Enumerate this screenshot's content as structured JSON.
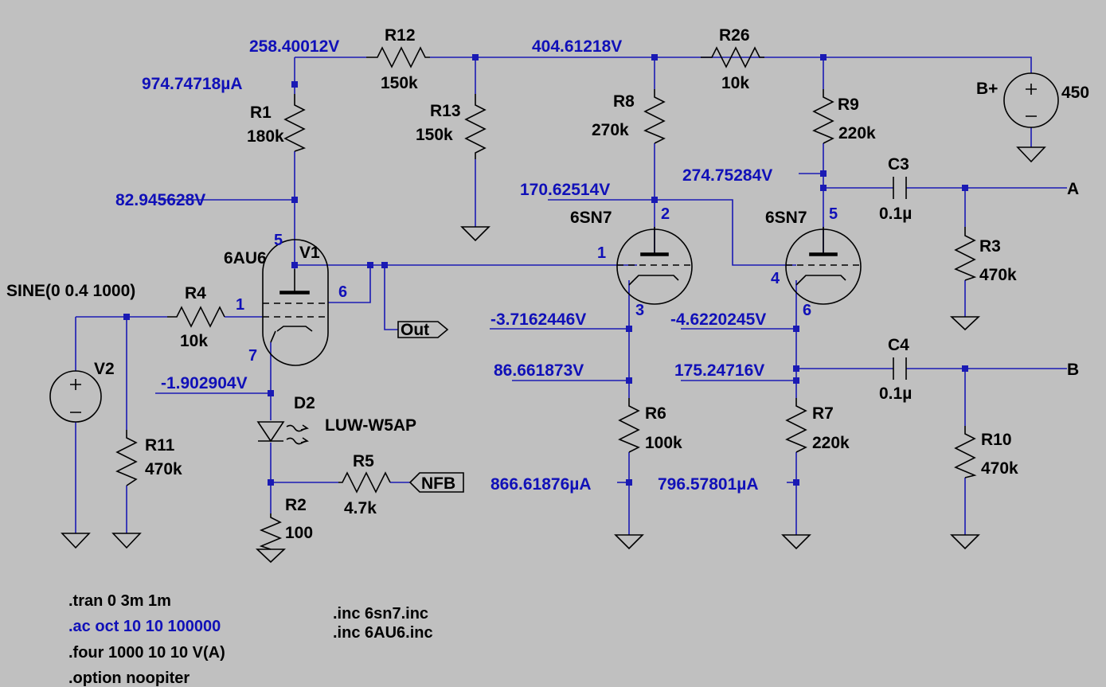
{
  "components": {
    "R12": {
      "name": "R12",
      "value": "150k"
    },
    "R26": {
      "name": "R26",
      "value": "10k"
    },
    "R1": {
      "name": "R1",
      "value": "180k"
    },
    "R13": {
      "name": "R13",
      "value": "150k"
    },
    "R8": {
      "name": "R8",
      "value": "270k"
    },
    "R9": {
      "name": "R9",
      "value": "220k"
    },
    "C3": {
      "name": "C3",
      "value": "0.1µ"
    },
    "R3": {
      "name": "R3",
      "value": "470k"
    },
    "R4": {
      "name": "R4",
      "value": "10k"
    },
    "R11": {
      "name": "R11",
      "value": "470k"
    },
    "R6": {
      "name": "R6",
      "value": "100k"
    },
    "R7": {
      "name": "R7",
      "value": "220k"
    },
    "C4": {
      "name": "C4",
      "value": "0.1µ"
    },
    "R10": {
      "name": "R10",
      "value": "470k"
    },
    "R5": {
      "name": "R5",
      "value": "4.7k"
    },
    "R2": {
      "name": "R2",
      "value": "100"
    },
    "D2": {
      "name": "D2",
      "value": "LUW-W5AP"
    },
    "V1": {
      "name": "V1",
      "value": "6AU6"
    },
    "V2": {
      "name": "V2",
      "value": "SINE(0 0.4 1000)"
    },
    "Bplus": {
      "name": "B+",
      "value": "450"
    },
    "T2": {
      "value": "6SN7"
    },
    "T3": {
      "value": "6SN7"
    }
  },
  "pins": {
    "v1_plate": "5",
    "v1_g2": "6",
    "v1_g1": "1",
    "v1_k": "7",
    "t2_plate": "2",
    "t2_grid": "1",
    "t2_k": "3",
    "t3_plate": "5",
    "t3_grid": "4",
    "t3_k": "6"
  },
  "nodes": {
    "n_258": "258.40012V",
    "n_404": "404.61218V",
    "i_r1": "974.74718µA",
    "n_82": "82.945628V",
    "n_170": "170.62514V",
    "n_274": "274.75284V",
    "n_m371": "-3.7162446V",
    "n_m462": "-4.6220245V",
    "n_86": "86.661873V",
    "n_175": "175.24716V",
    "n_m190": "-1.902904V",
    "i_r6": "866.61876µA",
    "i_r7": "796.57801µA"
  },
  "ports": {
    "A": "A",
    "B": "B",
    "out": "Out",
    "nfb": "NFB"
  },
  "directives": {
    "tran": ".tran 0 3m 1m",
    "ac": ".ac oct 10 10 100000",
    "four": ".four 1000 10 10 V(A)",
    "option": ".option noopiter",
    "inc1": ".inc 6sn7.inc",
    "inc2": ".inc 6AU6.inc"
  }
}
